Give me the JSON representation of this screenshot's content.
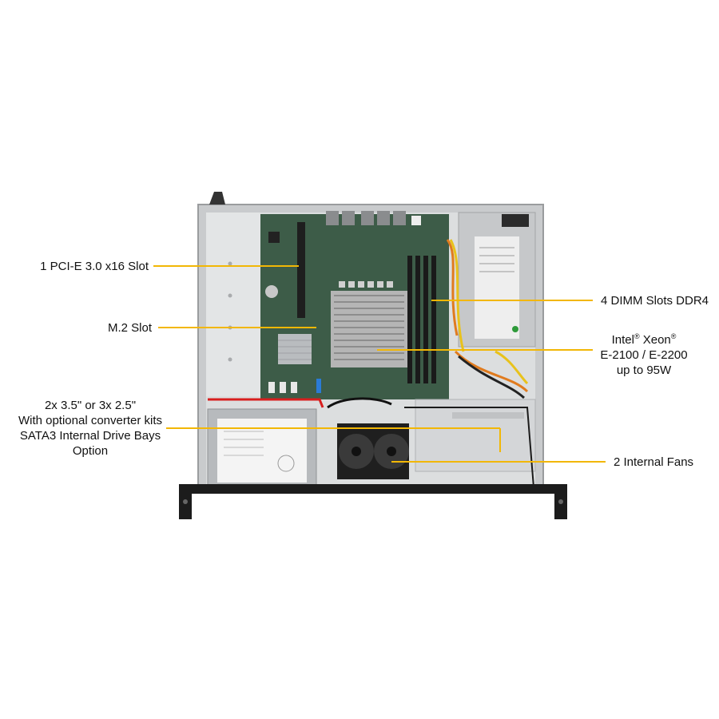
{
  "callouts": {
    "pcie": "1 PCI-E 3.0 x16 Slot",
    "m2": "M.2 Slot",
    "dimm": "4 DIMM Slots DDR4",
    "cpu_line1_a": "Intel",
    "cpu_reg1": "®",
    "cpu_line1_b": " Xeon",
    "cpu_reg2": "®",
    "cpu_line2": "E-2100 / E-2200",
    "cpu_line3": "up to 95W",
    "drives_line1": "2x 3.5\" or 3x 2.5\"",
    "drives_line2": "With optional converter kits",
    "drives_line3": "SATA3 Internal Drive Bays",
    "drives_line4": "Option",
    "fans": "2 Internal Fans"
  },
  "colors": {
    "leader_line": "#f2b705",
    "board": "#3d5c48",
    "chassis": "#d4d6d8"
  }
}
